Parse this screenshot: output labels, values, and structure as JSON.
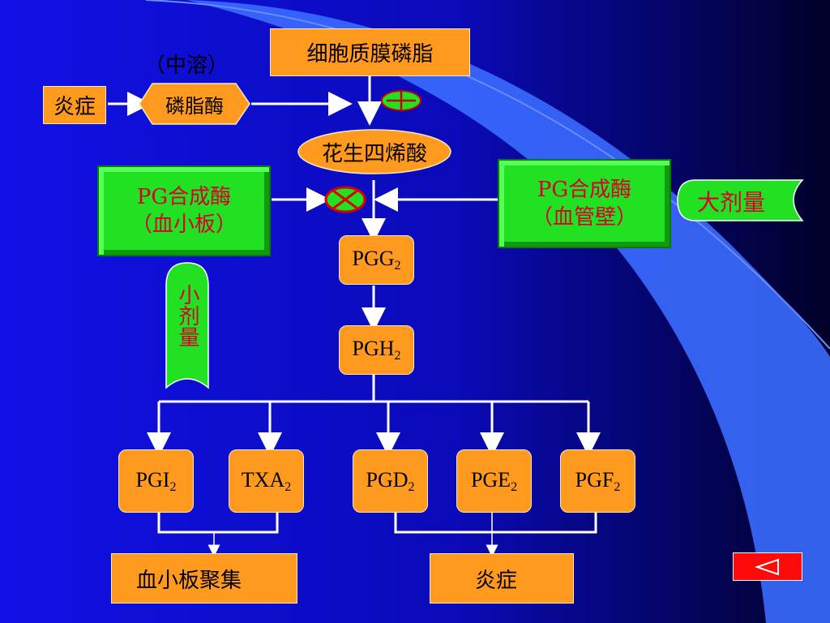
{
  "top_box": "细胞质膜磷脂",
  "enzyme_note": "（中溶）",
  "inflammation_box": "炎症",
  "phospholipase": "磷脂酶",
  "arachidonic_acid": "花生四烯酸",
  "pg_synthase_platelet": {
    "line1": "PG合成酶",
    "line2": "（血小板）"
  },
  "pg_synthase_vessel": {
    "line1": "PG合成酶",
    "line2": "（血管壁）"
  },
  "high_dose": "大剂量",
  "low_dose": "小剂量",
  "pgg2": {
    "base": "PGG",
    "sub": "2"
  },
  "pgh2": {
    "base": "PGH",
    "sub": "2"
  },
  "products": [
    {
      "base": "PGI",
      "sub": "2"
    },
    {
      "base": "TXA",
      "sub": "2"
    },
    {
      "base": "PGD",
      "sub": "2"
    },
    {
      "base": "PGE",
      "sub": "2"
    },
    {
      "base": "PGF",
      "sub": "2"
    }
  ],
  "outcome_left": "血小板聚集",
  "outcome_right": "炎症",
  "colors": {
    "background_left": "#1010e0",
    "background_right": "#000030",
    "box": "#ff9a1e",
    "green": "#22e022",
    "red_text": "#d8002a"
  },
  "icons": [
    "plus-icon",
    "inhibit-x-icon",
    "down-arrow-icon",
    "back-triangle-icon"
  ]
}
